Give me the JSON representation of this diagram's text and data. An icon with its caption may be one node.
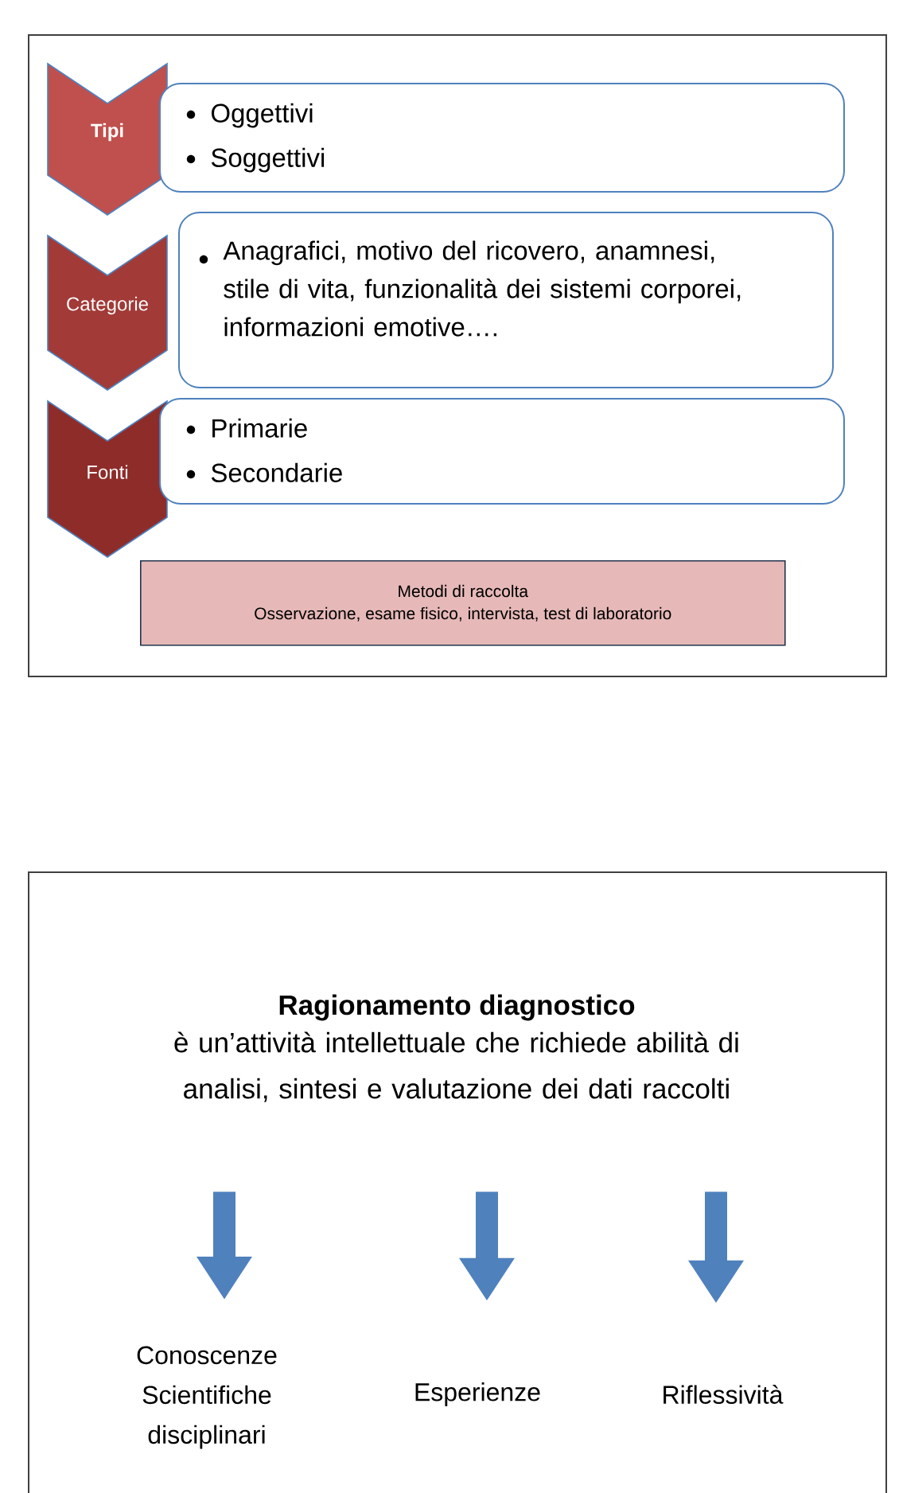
{
  "diagram": {
    "nodes": [
      {
        "text": [
          "Tipi"
        ]
      },
      {
        "text": [
          "Oggettivi",
          "Soggettivi"
        ]
      },
      {
        "text": [
          "Categorie"
        ]
      },
      {
        "text": [
          "Anagrafici, motivo del ricovero, anamnesi, stile di vita, funzionalità dei sistemi corporei, informazioni emotive…."
        ]
      },
      {
        "text": [
          "Fonti"
        ]
      },
      {
        "text": [
          "Primarie",
          "Secondarie"
        ]
      },
      {
        "text": [
          "Metodi di raccolta",
          "Osservazione, esame fisico, intervista, test di laboratorio"
        ]
      },
      {
        "text": [
          "Ragionamento diagnostico",
          "è un’attività intellettuale che richiede abilità di analisi, sintesi e valutazione dei dati raccolti"
        ]
      },
      {
        "text": [
          "Conoscenze Scientifiche disciplinari"
        ]
      },
      {
        "text": [
          "Esperienze"
        ]
      },
      {
        "text": [
          "Riflessività"
        ]
      }
    ],
    "edges": [
      {
        "from": 7,
        "to": 8,
        "arrow": "to"
      },
      {
        "from": 7,
        "to": 9,
        "arrow": "to"
      },
      {
        "from": 7,
        "to": 10,
        "arrow": "to"
      }
    ]
  }
}
